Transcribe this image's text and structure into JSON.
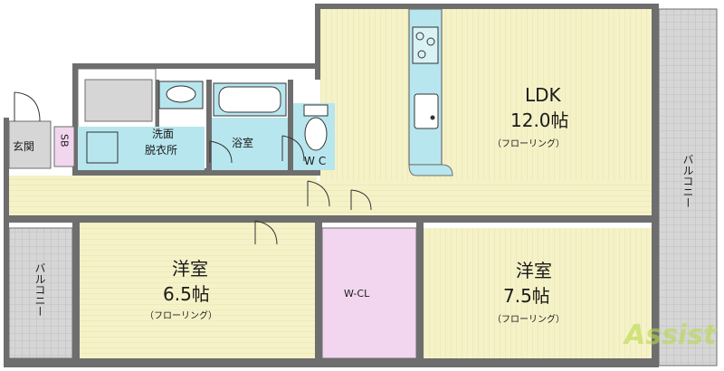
{
  "colors": {
    "room_floor": "#f5f2c8",
    "balcony": "#d6d6d6",
    "wet_area": "#b8e6ee",
    "closet": "#f2d6ef",
    "wall": "#6e6e6e",
    "watermark": "#b7d94a"
  },
  "rooms": {
    "ldk": {
      "name": "LDK",
      "size": "12.0帖",
      "floor": "（フローリング）"
    },
    "western1": {
      "name": "洋室",
      "size": "6.5帖",
      "floor": "（フローリング）"
    },
    "western2": {
      "name": "洋室",
      "size": "7.5帖",
      "floor": "（フローリング）"
    },
    "wcl": {
      "name": "W-CL"
    },
    "washroom": {
      "line1": "洗面",
      "line2": "脱衣所"
    },
    "bath": {
      "name": "浴室"
    },
    "wc": {
      "name": "WC"
    },
    "entrance": {
      "name": "玄関"
    },
    "sb": {
      "name": "SB"
    }
  },
  "balconies": {
    "right": "バルコニー",
    "left": "バルコニー"
  },
  "watermark": {
    "text": "Assist"
  },
  "icons": [
    "stove-icon",
    "sink-icon",
    "toilet-icon",
    "bathtub-icon",
    "wash-basin-icon",
    "washing-machine-icon"
  ]
}
